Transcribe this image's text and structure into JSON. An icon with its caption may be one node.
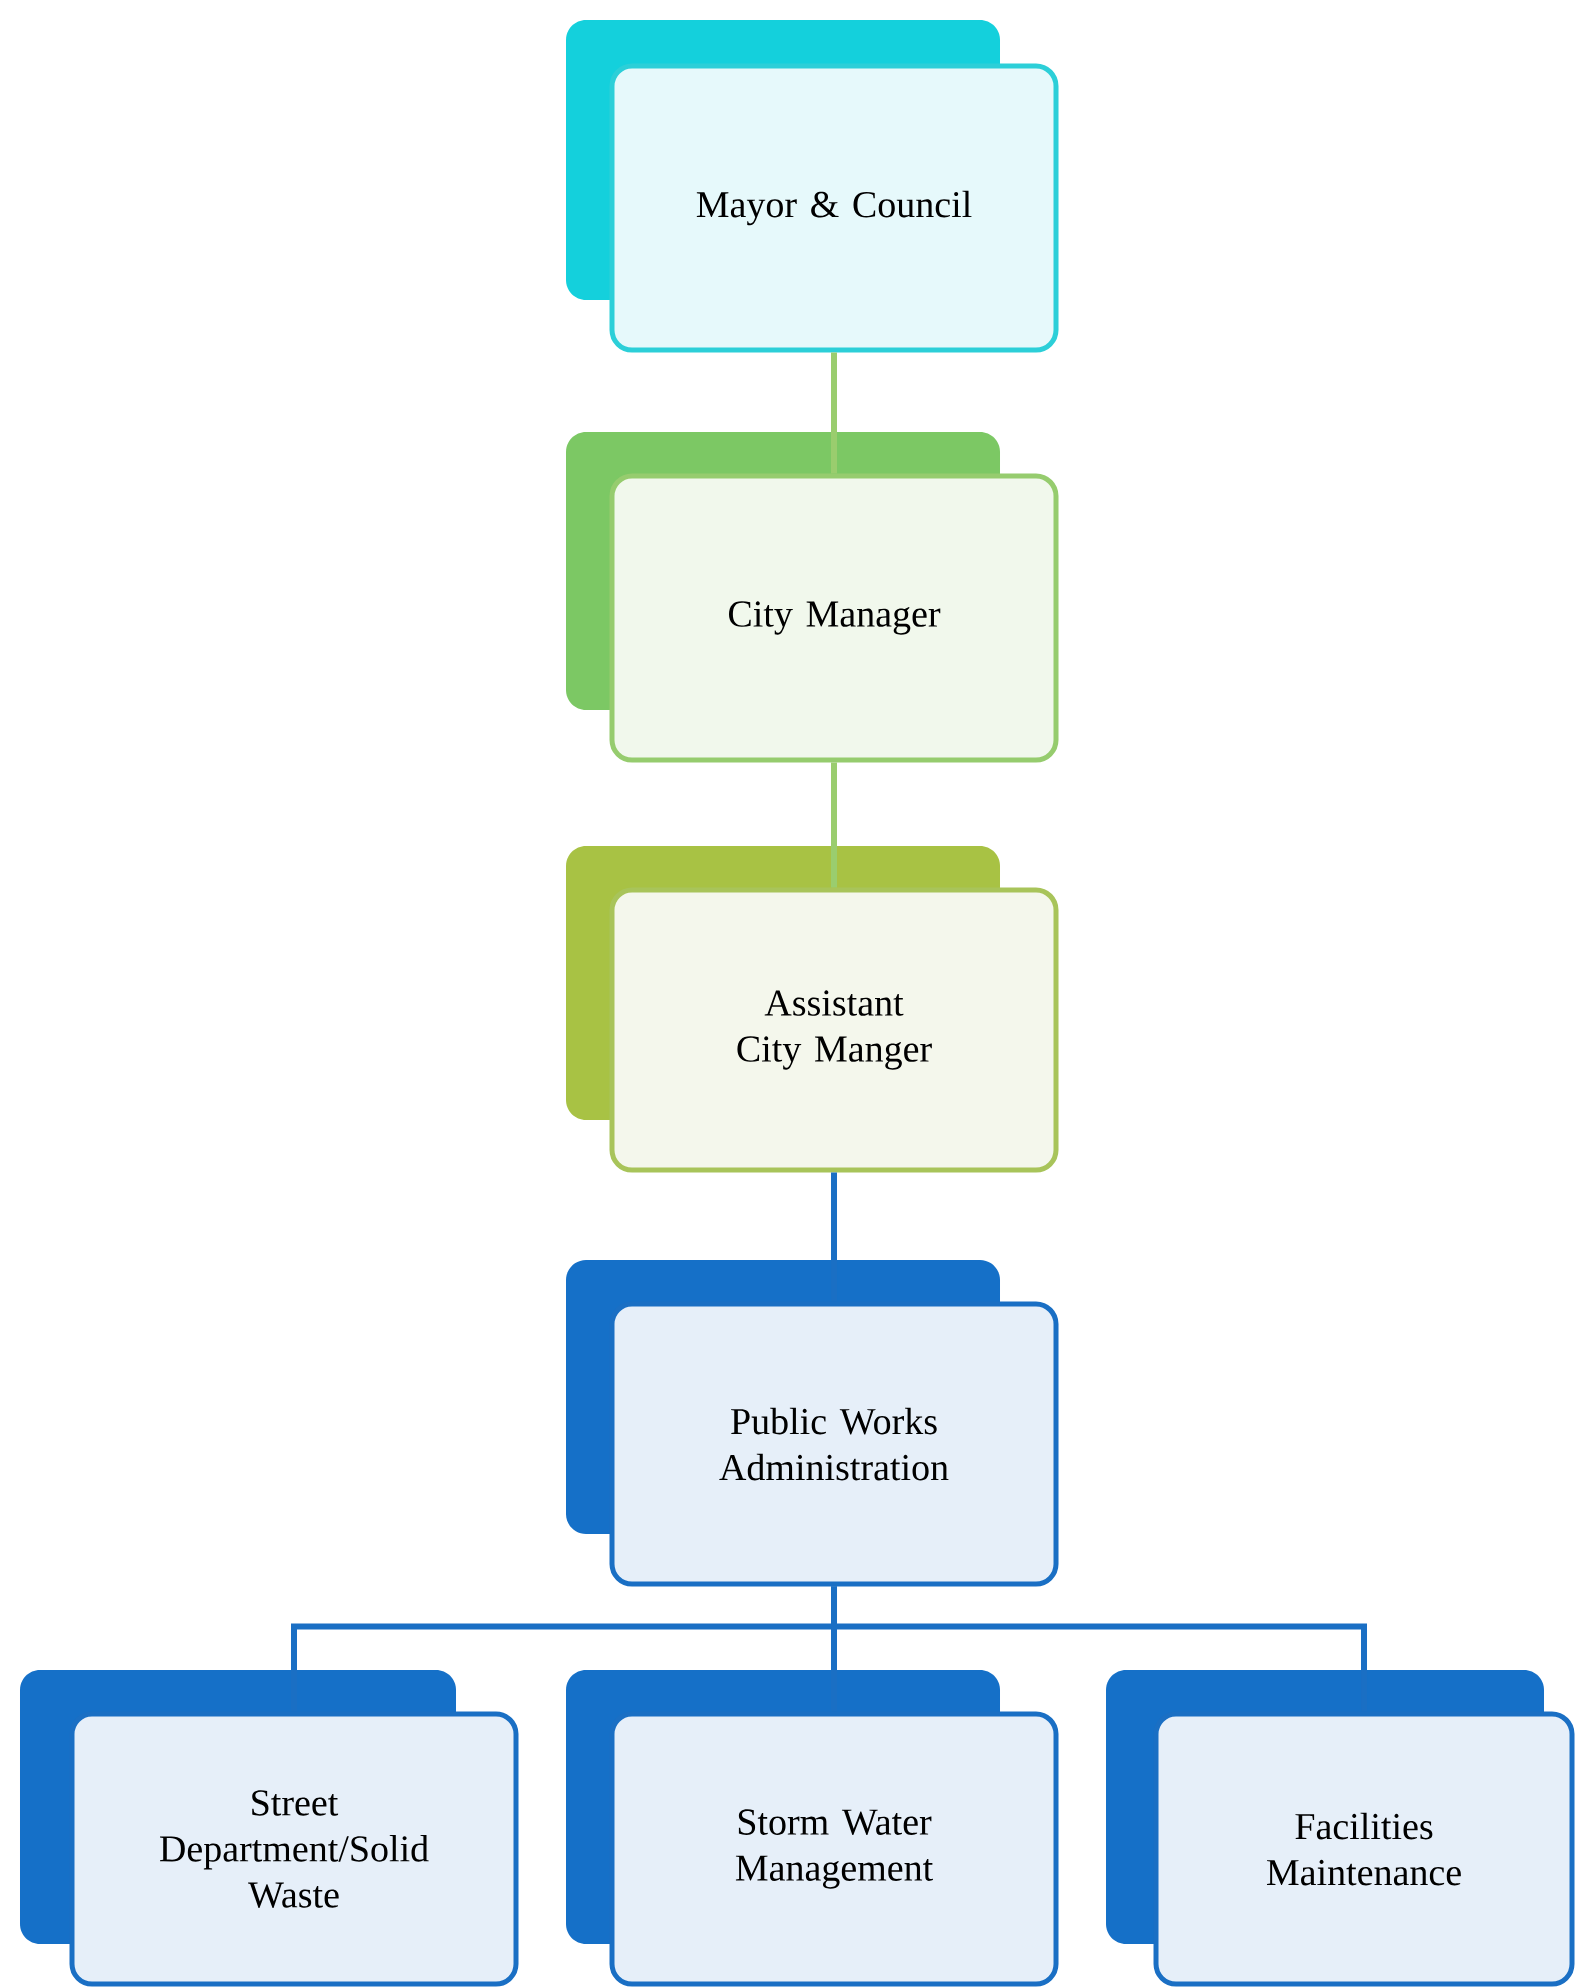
{
  "diagram": {
    "nodes": [
      {
        "text": [
          "Mayor & Council"
        ]
      },
      {
        "text": [
          "City Manager"
        ]
      },
      {
        "text": [
          "Assistant City Manger"
        ]
      },
      {
        "text": [
          "Public Works Administration"
        ]
      },
      {
        "text": [
          "Street Department/Solid Waste"
        ]
      },
      {
        "text": [
          "Storm Water Management"
        ]
      },
      {
        "text": [
          "Facilities Maintenance"
        ]
      }
    ],
    "edges": [
      {
        "from": 0,
        "to": 1,
        "arrow": "none",
        "color": "#9acd6e"
      },
      {
        "from": 1,
        "to": 2,
        "arrow": "none",
        "color": "#9acd6e"
      },
      {
        "from": 2,
        "to": 3,
        "arrow": "none"
      },
      {
        "from": 3,
        "to": 4,
        "arrow": "none"
      },
      {
        "from": 3,
        "to": 5,
        "arrow": "none"
      },
      {
        "from": 3,
        "to": 6,
        "arrow": "none"
      }
    ]
  }
}
